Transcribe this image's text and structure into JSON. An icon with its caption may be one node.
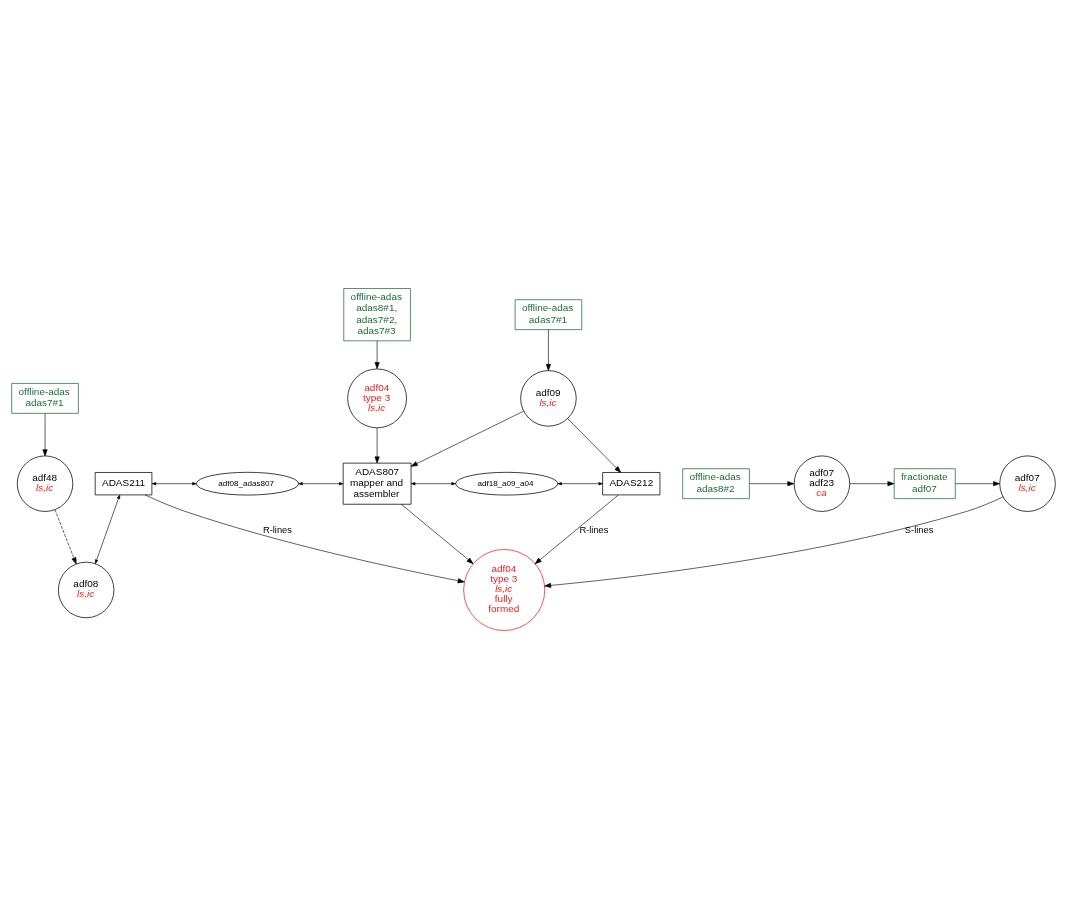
{
  "diagram": {
    "nodes": [
      {
        "text": [
          "offline-adas adas7#1"
        ]
      },
      {
        "text": [
          "offline-adas adas8#1, adas7#2, adas7#3"
        ]
      },
      {
        "text": [
          "offline-adas adas7#1"
        ]
      },
      {
        "text": [
          "adf48",
          "ls,ic"
        ]
      },
      {
        "text": [
          "adf04",
          "type 3",
          "ls,ic"
        ]
      },
      {
        "text": [
          "adf09",
          "ls,ic"
        ]
      },
      {
        "text": [
          "ADAS211"
        ]
      },
      {
        "text": [
          "adf08_adas807"
        ]
      },
      {
        "text": [
          "ADAS807 mapper and assembler"
        ]
      },
      {
        "text": [
          "adf18_a09_a04"
        ]
      },
      {
        "text": [
          "ADAS212"
        ]
      },
      {
        "text": [
          "adf08",
          "ls,ic"
        ]
      },
      {
        "text": [
          "adf04",
          "type 3",
          "ls,ic",
          "fully formed"
        ]
      },
      {
        "text": [
          "adf07",
          "ls,ic"
        ]
      },
      {
        "text": [
          "fractionate adf07"
        ]
      },
      {
        "text": [
          "adf07",
          "adf23",
          "ca"
        ]
      },
      {
        "text": [
          "offline-adas adas8#2"
        ]
      }
    ],
    "edges": [
      {
        "from": 0,
        "to": 3,
        "arrow": "to"
      },
      {
        "from": 1,
        "to": 4,
        "arrow": "to"
      },
      {
        "from": 2,
        "to": 5,
        "arrow": "to"
      },
      {
        "from": 4,
        "to": 8,
        "arrow": "to"
      },
      {
        "from": 5,
        "to": 8,
        "arrow": "to"
      },
      {
        "from": 5,
        "to": 10,
        "arrow": "to"
      },
      {
        "from": 6,
        "to": 7,
        "arrow": "both"
      },
      {
        "from": 7,
        "to": 8,
        "arrow": "both"
      },
      {
        "from": 8,
        "to": 9,
        "arrow": "both"
      },
      {
        "from": 9,
        "to": 10,
        "arrow": "both"
      },
      {
        "from": 6,
        "to": 11,
        "arrow": "both"
      },
      {
        "from": 3,
        "to": 11,
        "arrow": "to",
        "style": "dashed"
      },
      {
        "from": 6,
        "to": 12,
        "arrow": "to",
        "label": "R-lines"
      },
      {
        "from": 8,
        "to": 12,
        "arrow": "to"
      },
      {
        "from": 10,
        "to": 12,
        "arrow": "to",
        "label": "R-lines"
      },
      {
        "from": 13,
        "to": 12,
        "arrow": "to",
        "label": "S-lines"
      },
      {
        "from": 14,
        "to": 13,
        "arrow": "to"
      },
      {
        "from": 15,
        "to": 14,
        "arrow": "to"
      },
      {
        "from": 16,
        "to": 15,
        "arrow": "to"
      }
    ]
  }
}
